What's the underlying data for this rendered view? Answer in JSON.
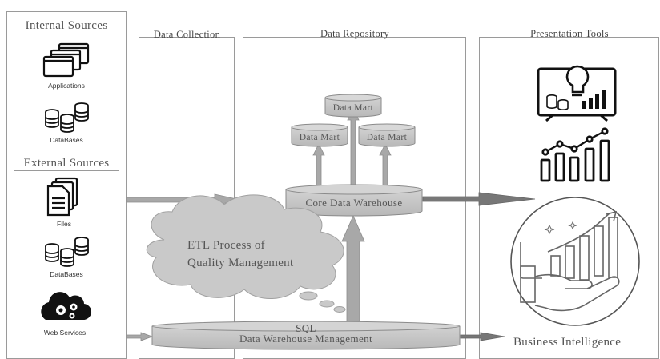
{
  "left_panel": {
    "internal_heading": "Internal Sources",
    "external_heading": "External Sources",
    "applications_label": "Applications",
    "databases_label_1": "DataBases",
    "files_label": "Files",
    "databases_label_2": "DataBases",
    "web_services_label": "Web Services"
  },
  "columns": {
    "collection": "Data Collection",
    "repository": "Data Repository",
    "presentation": "Presentation Tools"
  },
  "repository": {
    "mart_top": "Data Mart",
    "mart_left": "Data Mart",
    "mart_right": "Data Mart",
    "core_warehouse": "Core Data Warehouse"
  },
  "etl_cloud": {
    "line1": "ETL Process of",
    "line2": "Quality Management"
  },
  "management": {
    "line1": "SQL",
    "line2": "Data Warehouse Management"
  },
  "presentation": {
    "bi_label": "Business Intelligence"
  },
  "colors": {
    "cylinder_fill": "#c8c8c8",
    "cylinder_stroke": "#8a8a8a",
    "arrow_fill": "#a8a8a8",
    "icon_dark": "#111111"
  },
  "icons": [
    "app-windows-icon",
    "database-icon",
    "files-icon",
    "web-services-icon",
    "monitor-lightbulb-icon",
    "bar-chart-icon",
    "growth-hand-icon"
  ]
}
